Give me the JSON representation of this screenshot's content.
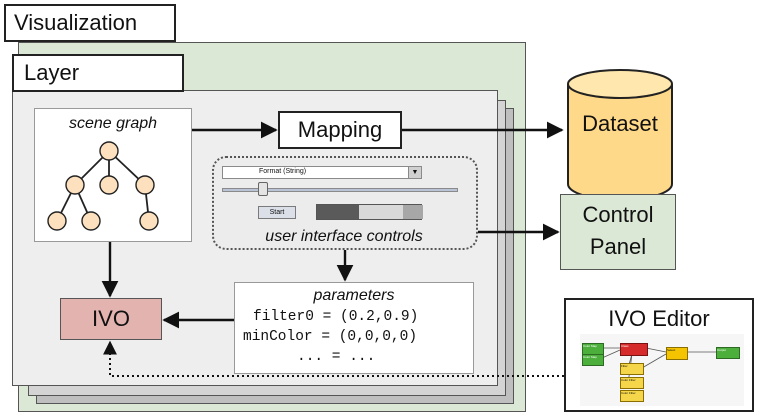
{
  "visualization": {
    "title": "Visualization"
  },
  "layer": {
    "title": "Layer"
  },
  "scene_graph": {
    "label": "scene graph"
  },
  "mapping": {
    "label": "Mapping"
  },
  "dataset": {
    "label": "Dataset"
  },
  "ui_controls": {
    "dropdown_value": "Format (String)",
    "start_button": "Start",
    "caption": "user interface controls"
  },
  "control_panel": {
    "line1": "Control",
    "line2": "Panel"
  },
  "parameters": {
    "title": "parameters",
    "lines": [
      "filter0 = (0.2,0.9)",
      "minColor = (0,0,0,0)",
      "... = ..."
    ]
  },
  "ivo": {
    "label": "IVO"
  },
  "ivo_editor": {
    "title": "IVO Editor",
    "node_labels": [
      "Color Map",
      "Color Map",
      "Class",
      "Select",
      "Filter",
      "Color Filter",
      "Color Filter",
      "Output"
    ]
  },
  "colors": {
    "layer_bg": "#dbe8d6",
    "mapping_bg": "#ffffff",
    "dataset_fill": "#ffd98a",
    "control_panel_bg": "#dbe8d6",
    "ivo_bg": "#e3b3b0"
  }
}
